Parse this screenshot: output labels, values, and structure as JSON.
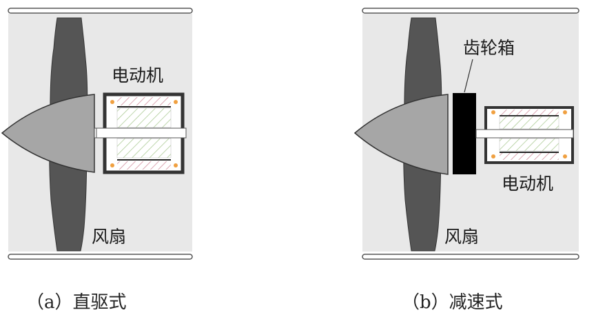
{
  "figure": {
    "panels": [
      {
        "id": "a",
        "caption": "（a）直驱式",
        "labels": {
          "motor": "电动机",
          "fan": "风扇"
        }
      },
      {
        "id": "b",
        "caption": "（b）减速式",
        "labels": {
          "gearbox": "齿轮箱",
          "motor": "电动机",
          "fan": "风扇"
        }
      }
    ],
    "colors": {
      "duct_background": "#e8e8e8",
      "fan_blade": "#555555",
      "spinner": "#a6a6a6",
      "gearbox": "#000000",
      "motor_frame": "#333333",
      "stator_hatch": "#d08a9a",
      "rotor_hatch": "#a8c890",
      "bearing": "#f0a040"
    }
  }
}
